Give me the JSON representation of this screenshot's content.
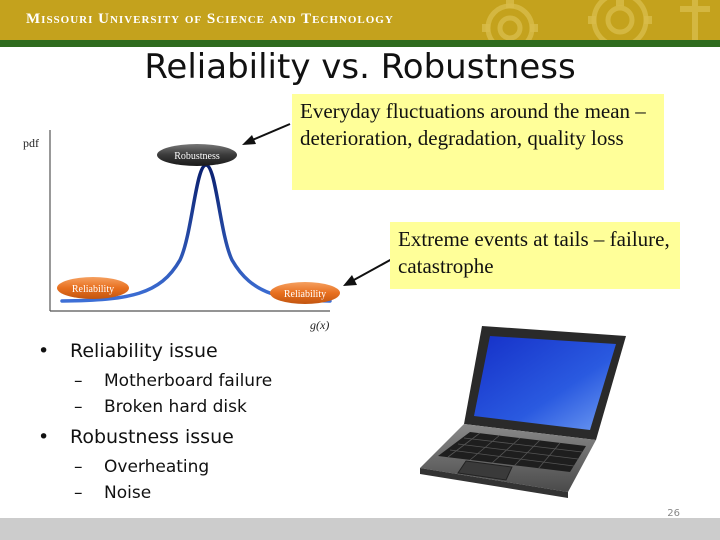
{
  "header": {
    "institution": "Missouri University of Science and Technology"
  },
  "slide": {
    "title": "Reliability vs. Robustness",
    "page_number": "26"
  },
  "diagram": {
    "y_axis_label": "pdf",
    "x_axis_label": "g(x)",
    "peak_label": "Robustness",
    "left_tail_label": "Reliability",
    "right_tail_label": "Reliability"
  },
  "callouts": [
    {
      "text": "Everyday fluctuations around the mean – deterioration, degradation, quality loss"
    },
    {
      "text": "Extreme events at tails – failure, catastrophe"
    }
  ],
  "bullets": [
    {
      "text": "Reliability issue",
      "subitems": [
        "Motherboard failure",
        "Broken hard disk"
      ]
    },
    {
      "text": "Robustness issue",
      "subitems": [
        "Overheating",
        "Noise"
      ]
    }
  ],
  "symbols": {
    "bullet": "•",
    "dash": "–"
  },
  "colors": {
    "banner_gold": "#c4a21d",
    "banner_green": "#2f6b1e",
    "callout_yellow": "#ffff99",
    "curve_blue": "#1f3fa0",
    "reliability_orange": "#e8701f",
    "robustness_dark": "#3a3a3a"
  },
  "icons": [
    "gear-logo-icon",
    "laptop-icon",
    "arrow-icon"
  ]
}
